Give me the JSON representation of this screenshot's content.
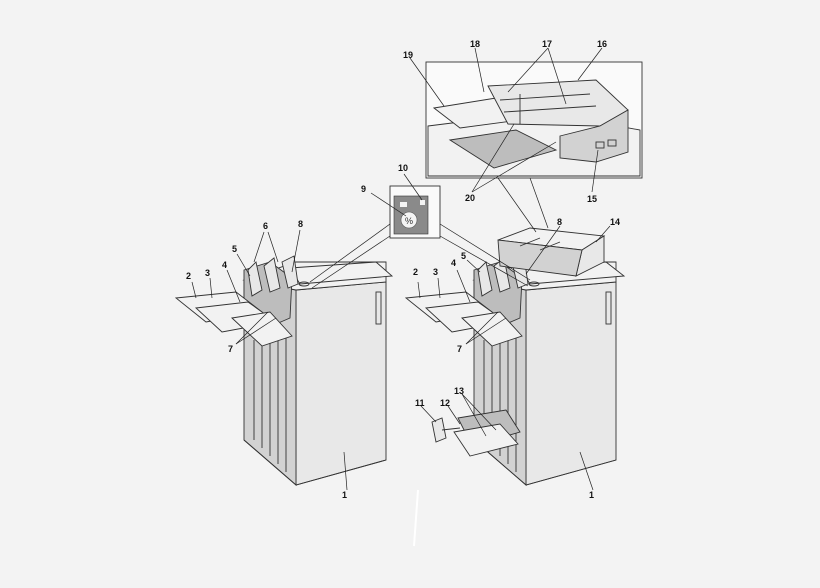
{
  "figure": {
    "callouts": {
      "c1_left": "1",
      "c1_right": "1",
      "c2_left": "2",
      "c2_right": "2",
      "c3_left": "3",
      "c3_right": "3",
      "c4_left": "4",
      "c4_right": "4",
      "c5_left": "5",
      "c5_right": "5",
      "c6": "6",
      "c7_left": "7",
      "c7_right": "7",
      "c8_left": "8",
      "c8_right": "8",
      "c9": "9",
      "c10": "10",
      "c11": "11",
      "c12": "12",
      "c13": "13",
      "c14": "14",
      "c15": "15",
      "c16": "16",
      "c17": "17",
      "c18": "18",
      "c19": "19",
      "c20": "20"
    },
    "colors": {
      "background": "#f3f3f3",
      "line": "#333333",
      "panel_dark": "#8a8a8a"
    }
  }
}
